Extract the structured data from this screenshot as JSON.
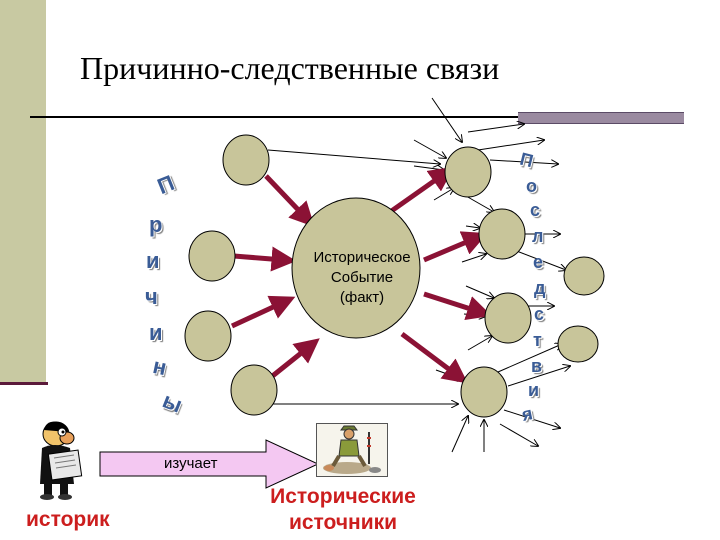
{
  "title": "Причинно-следственные связи",
  "center_node": {
    "lines": [
      "Историческое",
      "Событие",
      "(факт)"
    ]
  },
  "causes_word": "Причины",
  "consequences_word": "Последствия",
  "studies_label": "изучает",
  "historian_label": "историк",
  "sources_label": {
    "lines": [
      "Исторические",
      "источники"
    ]
  },
  "colors": {
    "node_fill": "#c8c59a",
    "arrow": "#8b1235",
    "letters": "#3a5c96",
    "labels_red": "#cc1e1e",
    "studies_arrow_fill": "#f4c8f2",
    "sidebar": "#c8c9a2"
  },
  "icons": [
    "historian-reading-clipart",
    "archaeologist-digging-clipart"
  ]
}
